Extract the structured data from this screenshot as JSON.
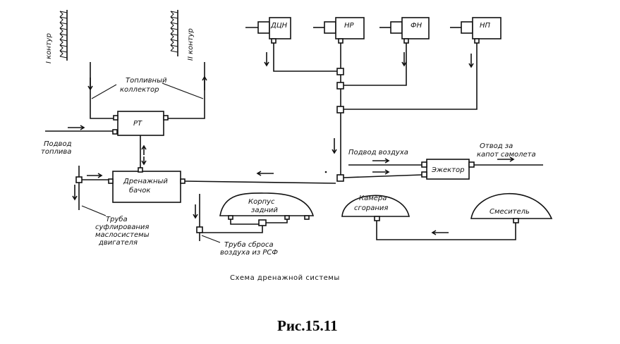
{
  "diagram": {
    "nodes": {
      "pump_dcn": "ДЦН",
      "pump_nr": "НР",
      "pump_fn": "ФН",
      "pump_np": "НП",
      "fuel_regulator": "РТ",
      "drain_tank_line1": "Дренажный",
      "drain_tank_line2": "бачок",
      "ejector": "Эжектор",
      "rear_casing_line1": "Корпус",
      "rear_casing_line2": "задний",
      "combustion_chamber_line1": "Камера",
      "combustion_chamber_line2": "сгорания",
      "mixer": "Смеситель"
    },
    "labels": {
      "circuit1": "I контур",
      "circuit2": "II контур",
      "fuel_manifold_line1": "Топливный",
      "fuel_manifold_line2": "коллектор",
      "fuel_supply_line1": "Подвод",
      "fuel_supply_line2": "топлива",
      "air_supply": "Подвод воздуха",
      "air_outlet_line1": "Отвод за",
      "air_outlet_line2": "капот самолета",
      "oil_drain_line1": "Труба",
      "oil_drain_line2": "суфлирования",
      "oil_drain_line3": "маслосистемы",
      "oil_drain_line4": "двигателя",
      "rsf_pipe_line1": "Труба сброса",
      "rsf_pipe_line2": "воздуха из РСФ"
    },
    "caption": "Схема дренажной системы",
    "figure_label": "Рис.15.11"
  }
}
